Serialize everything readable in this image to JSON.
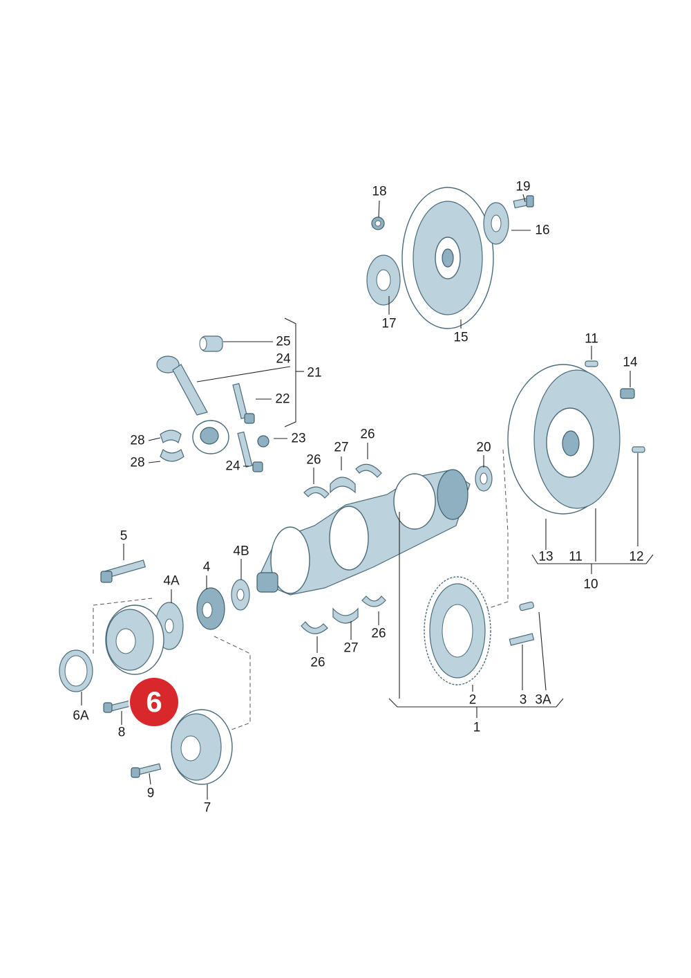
{
  "diagram": {
    "title": "",
    "callouts": [
      {
        "id": "c19",
        "text": "19"
      },
      {
        "id": "c18",
        "text": "18"
      },
      {
        "id": "c16",
        "text": "16"
      },
      {
        "id": "c17",
        "text": "17"
      },
      {
        "id": "c15",
        "text": "15"
      },
      {
        "id": "c25",
        "text": "25"
      },
      {
        "id": "c24a",
        "text": "24"
      },
      {
        "id": "c21",
        "text": "21"
      },
      {
        "id": "c22",
        "text": "22"
      },
      {
        "id": "c23",
        "text": "23"
      },
      {
        "id": "c24b",
        "text": "24"
      },
      {
        "id": "c28a",
        "text": "28"
      },
      {
        "id": "c28b",
        "text": "28"
      },
      {
        "id": "c11a",
        "text": "11"
      },
      {
        "id": "c14",
        "text": "14"
      },
      {
        "id": "c20",
        "text": "20"
      },
      {
        "id": "c27a",
        "text": "27"
      },
      {
        "id": "c26a",
        "text": "26"
      },
      {
        "id": "c26b",
        "text": "26"
      },
      {
        "id": "c13",
        "text": "13"
      },
      {
        "id": "c11b",
        "text": "11"
      },
      {
        "id": "c12",
        "text": "12"
      },
      {
        "id": "c10",
        "text": "10"
      },
      {
        "id": "c5",
        "text": "5"
      },
      {
        "id": "c4a",
        "text": "4A"
      },
      {
        "id": "c4",
        "text": "4"
      },
      {
        "id": "c4b",
        "text": "4B"
      },
      {
        "id": "c26c",
        "text": "26"
      },
      {
        "id": "c27b",
        "text": "27"
      },
      {
        "id": "c26d",
        "text": "26"
      },
      {
        "id": "c6a",
        "text": "6A"
      },
      {
        "id": "c8",
        "text": "8"
      },
      {
        "id": "c2",
        "text": "2"
      },
      {
        "id": "c3",
        "text": "3"
      },
      {
        "id": "c3a",
        "text": "3A"
      },
      {
        "id": "c1",
        "text": "1"
      },
      {
        "id": "c9",
        "text": "9"
      },
      {
        "id": "c7",
        "text": "7"
      }
    ],
    "highlight": {
      "label": "6",
      "color": "#d9282c"
    }
  }
}
